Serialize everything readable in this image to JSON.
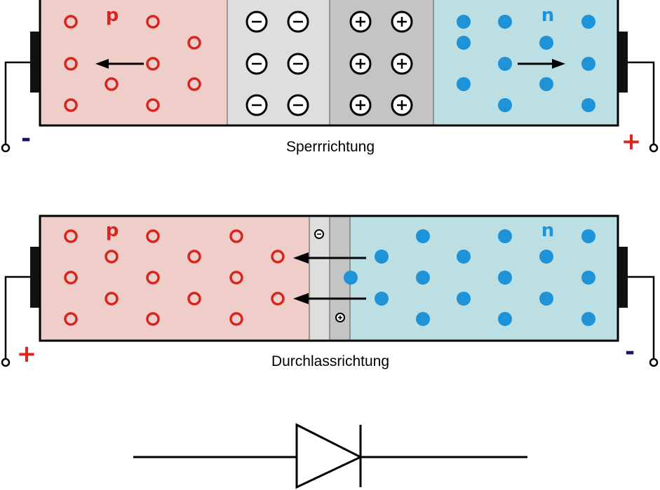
{
  "colors": {
    "p_region": "#efcdc8",
    "depletion_neg": "#dedede",
    "depletion_pos": "#c4c4c4",
    "n_region": "#bcdfe3",
    "hole": "#d7261e",
    "electron": "#1f93d8",
    "polarity_plus": "#e2231a",
    "polarity_minus": "#1b1464",
    "line": "#000000"
  },
  "icons": {
    "hole": "hollow-circle",
    "electron": "filled-circle",
    "negative_ion": "circle-minus",
    "positive_ion": "circle-plus",
    "arrow": "arrow"
  },
  "reverse": {
    "caption": "Sperrrichtung",
    "p_label": "p",
    "n_label": "n",
    "left_terminal": "-",
    "right_terminal": "+"
  },
  "forward": {
    "caption": "Durchlassrichtung",
    "p_label": "p",
    "n_label": "n",
    "left_terminal": "+",
    "right_terminal": "-"
  },
  "symbol": {
    "name": "diode"
  }
}
